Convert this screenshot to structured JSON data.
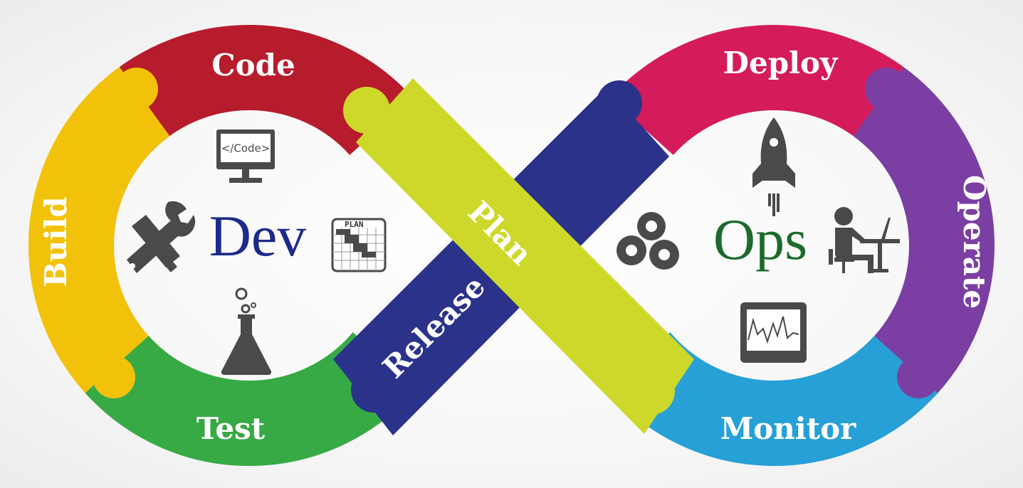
{
  "diagram": {
    "segments": [
      {
        "id": "code",
        "label": "Code",
        "color": "#b71c2c"
      },
      {
        "id": "build",
        "label": "Build",
        "color": "#f2c20a"
      },
      {
        "id": "test",
        "label": "Test",
        "color": "#37a945"
      },
      {
        "id": "release",
        "label": "Release",
        "color": "#2a3289"
      },
      {
        "id": "plan",
        "label": "Plan",
        "color": "#cdd82a"
      },
      {
        "id": "deploy",
        "label": "Deploy",
        "color": "#d41b5b"
      },
      {
        "id": "operate",
        "label": "Operate",
        "color": "#7b3fa3"
      },
      {
        "id": "monitor",
        "label": "Monitor",
        "color": "#27a0d7"
      }
    ],
    "dev": {
      "label": "Dev",
      "color": "#1d2a8a"
    },
    "ops": {
      "label": "Ops",
      "color": "#1c6b2c"
    },
    "icons": {
      "code_monitor_text": "</Code>",
      "plan_board_text": "PLAN",
      "names": [
        "code-monitor-icon",
        "tools-icon",
        "plan-board-icon",
        "lab-flask-icon",
        "rocket-icon",
        "gears-icon",
        "desk-worker-icon",
        "monitoring-screen-icon"
      ],
      "icon_color": "#4a4a4a"
    }
  }
}
